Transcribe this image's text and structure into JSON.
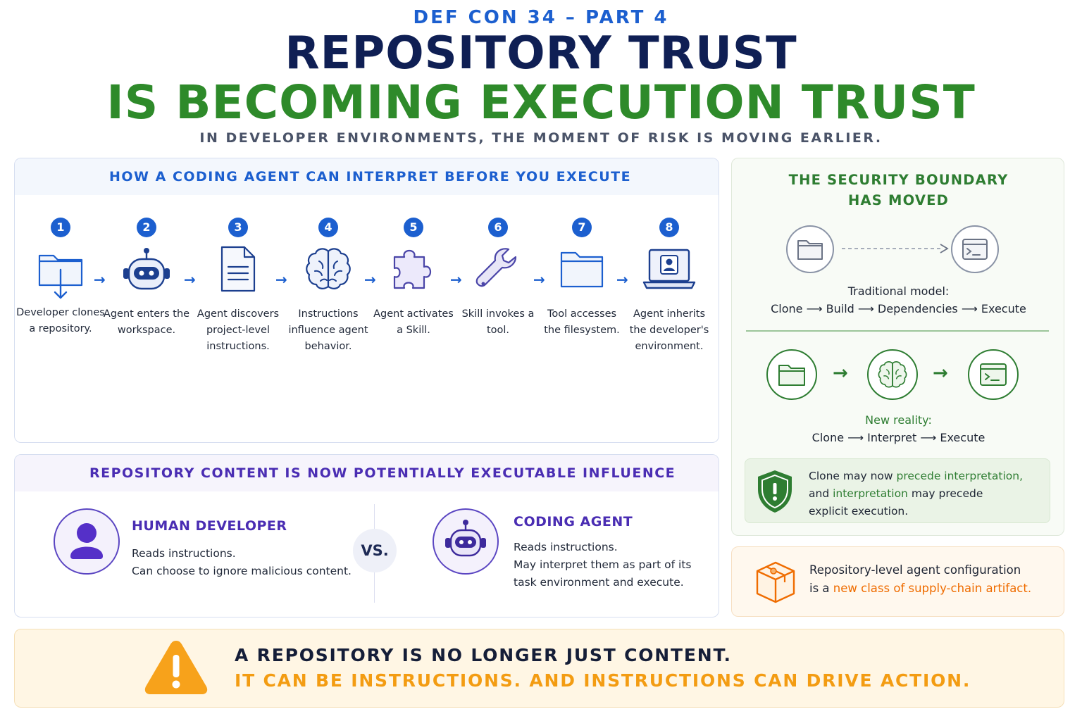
{
  "header": {
    "kicker": "DEF CON 34 – PART 4",
    "title_line1": "REPOSITORY TRUST",
    "title_line2": "IS BECOMING EXECUTION TRUST",
    "subtitle": "IN DEVELOPER ENVIRONMENTS, THE MOMENT OF RISK IS MOVING EARLIER."
  },
  "colors": {
    "navy": "#0f1f54",
    "blue": "#1c5fcf",
    "green": "#2e8a2a",
    "purple": "#4a2db3",
    "orange": "#ef6c00",
    "amber": "#f39c12"
  },
  "flow": {
    "heading": "HOW A CODING AGENT CAN INTERPRET BEFORE YOU EXECUTE",
    "steps": [
      {
        "num": "1",
        "icon": "folder-download-icon",
        "label": "Developer clones a repository."
      },
      {
        "num": "2",
        "icon": "robot-icon",
        "label": "Agent enters the workspace."
      },
      {
        "num": "3",
        "icon": "document-icon",
        "label": "Agent discovers project-level instructions."
      },
      {
        "num": "4",
        "icon": "brain-icon",
        "label": "Instructions influence agent behavior."
      },
      {
        "num": "5",
        "icon": "puzzle-icon",
        "label": "Agent activates a Skill."
      },
      {
        "num": "6",
        "icon": "wrench-icon",
        "label": "Skill invokes a tool."
      },
      {
        "num": "7",
        "icon": "folder-icon",
        "label": "Tool accesses the filesystem."
      },
      {
        "num": "8",
        "icon": "laptop-user-icon",
        "label": "Agent inherits the developer's environment."
      }
    ]
  },
  "influence": {
    "heading": "REPOSITORY CONTENT IS NOW POTENTIALLY EXECUTABLE INFLUENCE",
    "human": {
      "title": "HUMAN DEVELOPER",
      "line1": "Reads instructions.",
      "line2": "Can choose to ignore malicious content."
    },
    "vs": "VS.",
    "agent": {
      "title": "CODING AGENT",
      "line1": "Reads instructions.",
      "line2": "May interpret them as part of its",
      "line3": "task environment and execute."
    }
  },
  "boundary": {
    "title_line1": "THE SECURITY BOUNDARY",
    "title_line2": "HAS MOVED",
    "traditional_label": "Traditional model:",
    "traditional_flow": "Clone ⟶ Build ⟶ Dependencies ⟶ Execute",
    "new_label": "New reality:",
    "new_flow": "Clone ⟶ Interpret ⟶ Execute",
    "callout": {
      "p1": "Clone may now ",
      "h1": "precede interpretation,",
      "p2": "and ",
      "h2": "interpretation",
      "p3": " may precede",
      "p4": "explicit execution."
    }
  },
  "artifact": {
    "line1": "Repository-level agent configuration",
    "prefix": "is a ",
    "highlight": "new class of supply-chain artifact."
  },
  "banner": {
    "line1": "A REPOSITORY IS NO LONGER JUST CONTENT.",
    "line2": "IT CAN BE INSTRUCTIONS. AND INSTRUCTIONS CAN DRIVE ACTION."
  }
}
